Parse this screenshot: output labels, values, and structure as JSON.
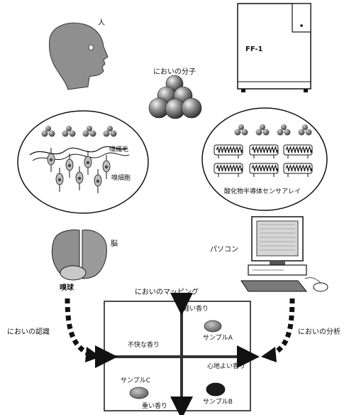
{
  "labels": {
    "human": "人",
    "odor_molecule": "においの分子",
    "device_model": "FF-1",
    "olfactory_cilia": "嗅繊毛",
    "olfactory_cells": "嗅細胞",
    "sensor_array": "酸化物半導体センサアレイ",
    "brain": "脳",
    "olfactory_bulb": "嗅球",
    "computer": "パソコン",
    "odor_recognition": "においの認識",
    "odor_analysis": "においの分析",
    "odor_mapping": "においのマッピング"
  },
  "map": {
    "axis_up": "軽い香り",
    "axis_down": "重い香り",
    "axis_left": "不快な香り",
    "axis_right": "心地よい香り",
    "samples": [
      {
        "label": "サンプルA",
        "color": "#7a7a7a"
      },
      {
        "label": "サンプルB",
        "color": "#1a1a1a"
      },
      {
        "label": "サンプルC",
        "color": "#6e6e6e"
      }
    ]
  },
  "colors": {
    "ink": "#111111",
    "shade": "#8a8a8a",
    "light": "#d9d9d9"
  }
}
